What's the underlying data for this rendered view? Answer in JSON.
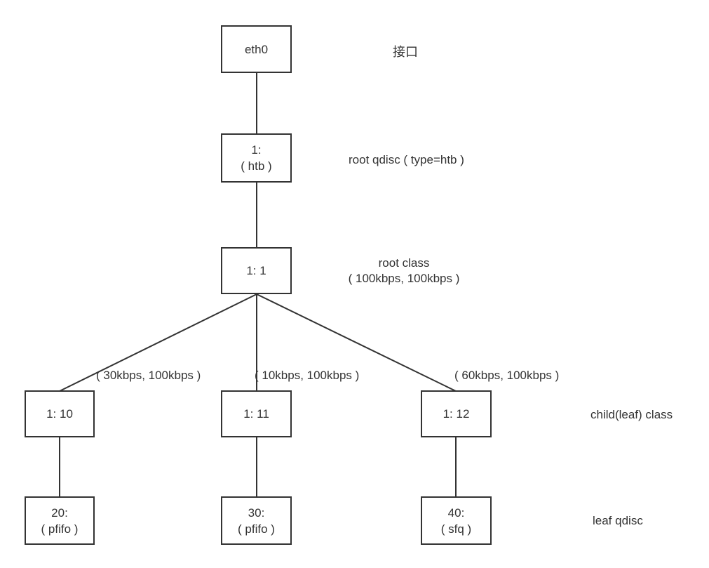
{
  "diagram": {
    "title_hint": "HTB qdisc hierarchy on eth0",
    "colors": {
      "line": "#333333",
      "text": "#333333",
      "background": "#ffffff"
    },
    "nodes": {
      "eth0": {
        "line1": "eth0"
      },
      "root_qdisc": {
        "line1": "1:",
        "line2": "( htb )"
      },
      "root_class": {
        "line1": "1: 1"
      },
      "class10": {
        "line1": "1: 10"
      },
      "class11": {
        "line1": "1: 11"
      },
      "class12": {
        "line1": "1: 12"
      },
      "qdisc20": {
        "line1": "20:",
        "line2": "( pfifo )"
      },
      "qdisc30": {
        "line1": "30:",
        "line2": "( pfifo )"
      },
      "qdisc40": {
        "line1": "40:",
        "line2": "( sfq )"
      }
    },
    "edge_labels": {
      "to_class10": "( 30kbps, 100kbps )",
      "to_class11": "( 10kbps, 100kbps )",
      "to_class12": "( 60kbps, 100kbps )"
    },
    "annotations": {
      "interface": "接口",
      "root_qdisc": "root qdisc ( type=htb )",
      "root_class_line1": "root class",
      "root_class_line2": "( 100kbps, 100kbps )",
      "child_class": "child(leaf) class",
      "leaf_qdisc": "leaf qdisc"
    }
  }
}
